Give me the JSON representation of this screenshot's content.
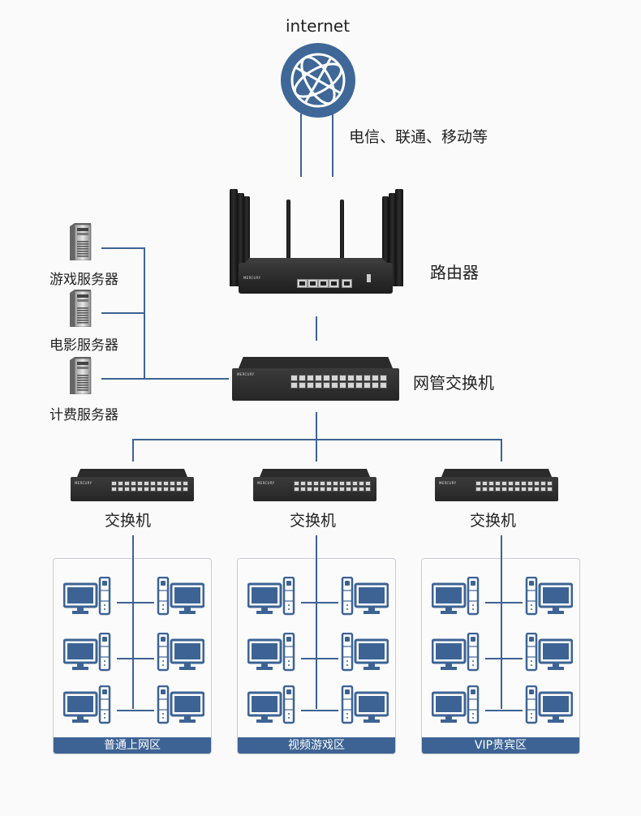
{
  "diagram": {
    "title_internet": "internet",
    "isp_label": "电信、联通、移动等",
    "router_label": "路由器",
    "core_switch_label": "网管交换机",
    "servers": [
      {
        "label": "游戏服务器"
      },
      {
        "label": "电影服务器"
      },
      {
        "label": "计费服务器"
      }
    ],
    "access_switches": [
      {
        "label": "交换机"
      },
      {
        "label": "交换机"
      },
      {
        "label": "交换机"
      }
    ],
    "zones": [
      {
        "label": "普通上网区",
        "pc_count": 6
      },
      {
        "label": "视频游戏区",
        "pc_count": 6
      },
      {
        "label": "VIP贵宾区",
        "pc_count": 6
      }
    ],
    "device_brand": "MERCURY",
    "colors": {
      "link": "#3d6394",
      "globe": "#3f6798",
      "zone_bar": "#3d6394",
      "pc_icon": "#3d6394",
      "device_body": "#2a2a2a",
      "background": "#fafafa"
    },
    "icons": {
      "globe": "globe-icon",
      "server": "server-tower-icon",
      "router": "wireless-router-icon",
      "switch": "network-switch-icon",
      "pc": "desktop-pc-icon"
    }
  }
}
